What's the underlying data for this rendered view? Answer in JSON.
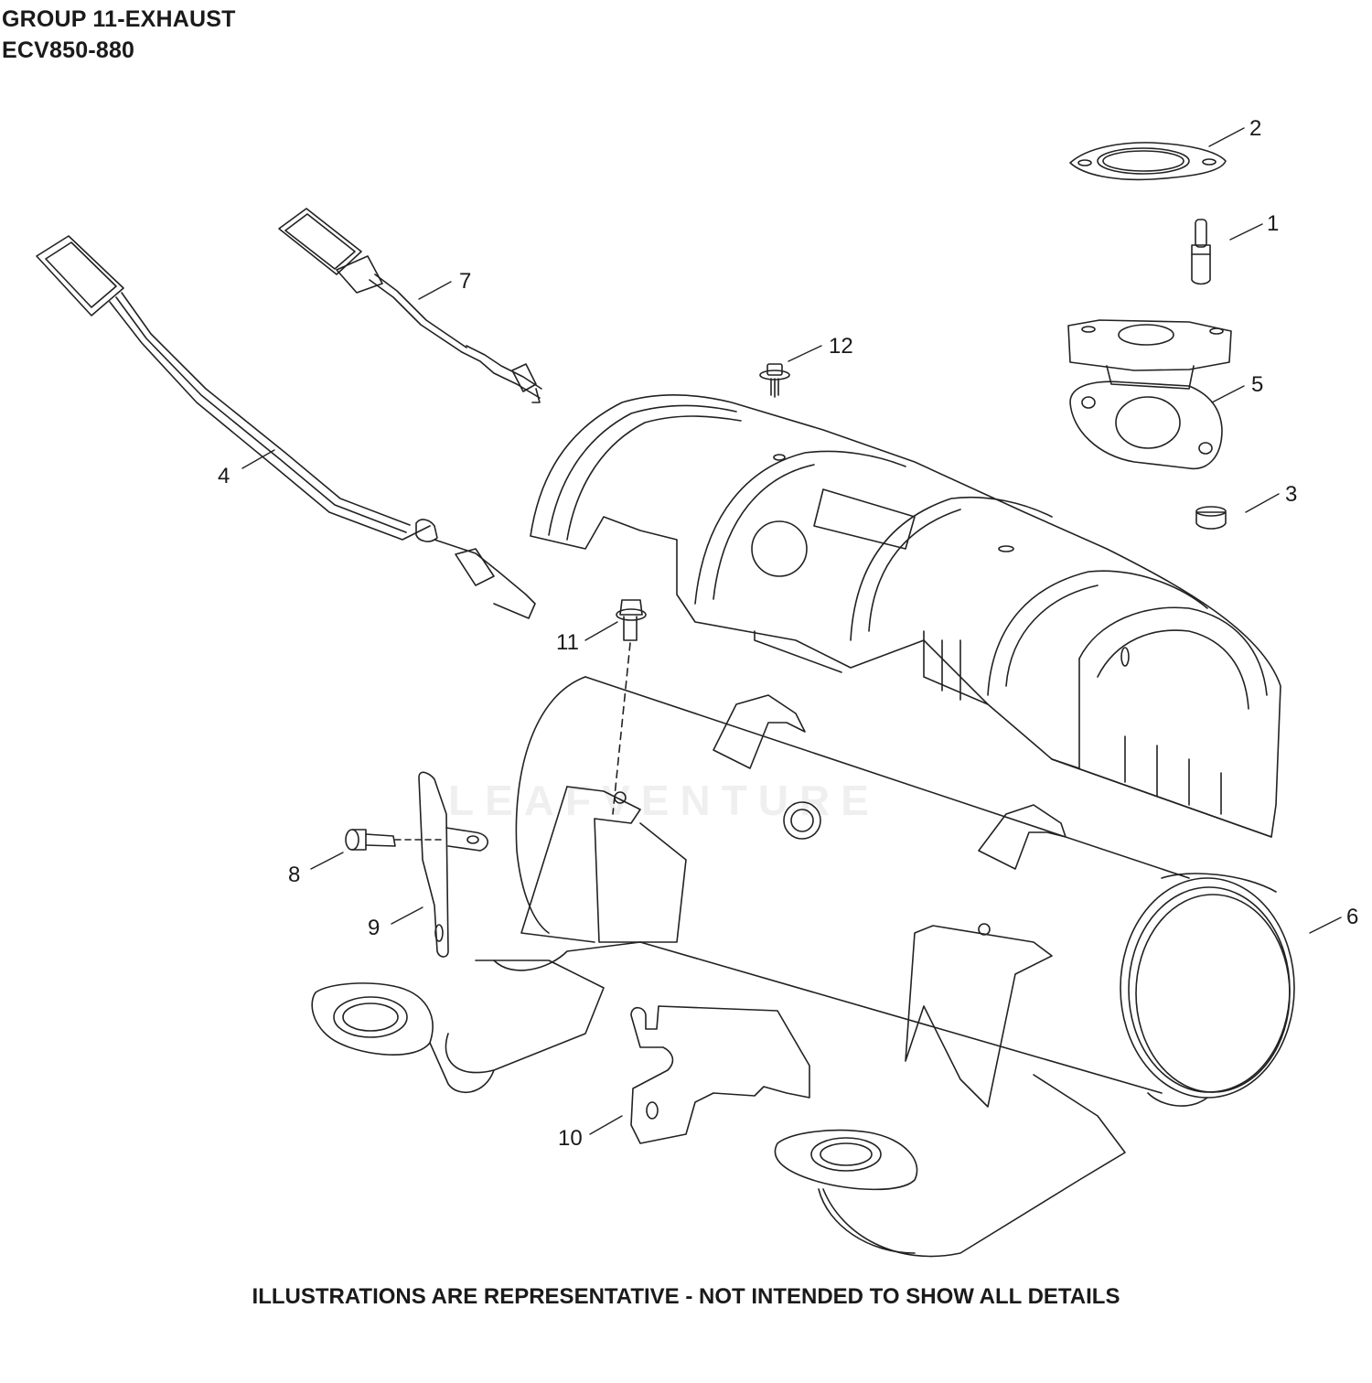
{
  "header": {
    "title": "GROUP 11-EXHAUST",
    "model": "ECV850-880"
  },
  "callouts": [
    {
      "id": "1",
      "part": "pin"
    },
    {
      "id": "2",
      "part": "gasket"
    },
    {
      "id": "3",
      "part": "nut"
    },
    {
      "id": "4",
      "part": "oxygen-sensor"
    },
    {
      "id": "5",
      "part": "exhaust-adapter"
    },
    {
      "id": "6",
      "part": "muffler"
    },
    {
      "id": "7",
      "part": "oxygen-sensor"
    },
    {
      "id": "8",
      "part": "screw"
    },
    {
      "id": "9",
      "part": "bracket"
    },
    {
      "id": "10",
      "part": "bracket"
    },
    {
      "id": "11",
      "part": "screw"
    },
    {
      "id": "12",
      "part": "screw"
    }
  ],
  "watermark": "LEAFVENTURE",
  "footer": "ILLUSTRATIONS ARE REPRESENTATIVE - NOT INTENDED TO SHOW ALL DETAILS"
}
